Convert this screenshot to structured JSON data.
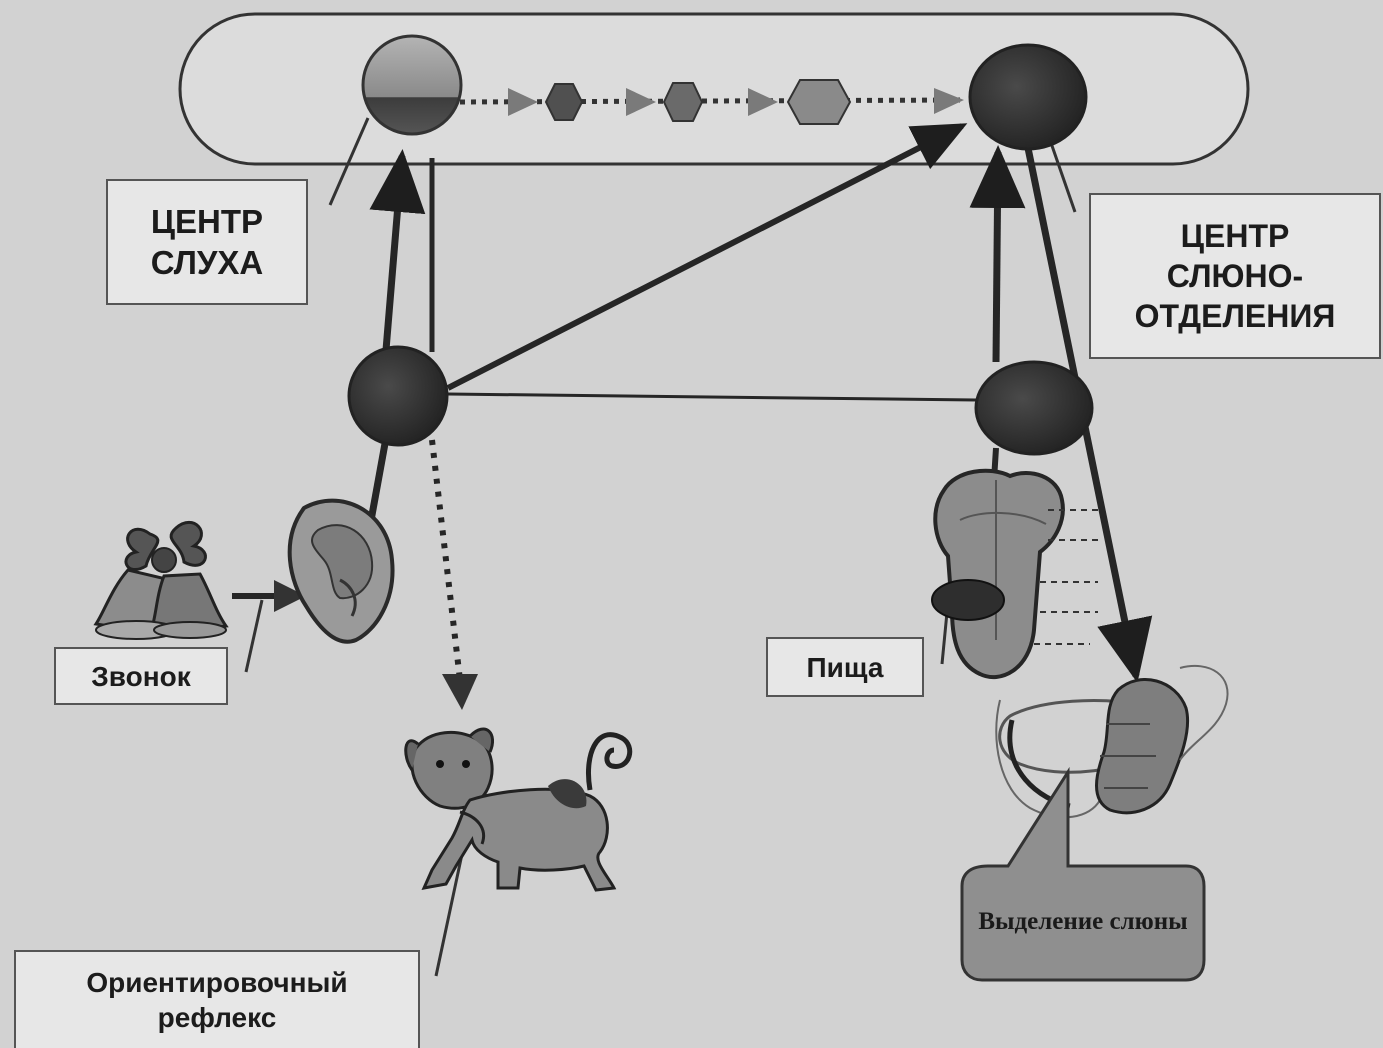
{
  "labels": {
    "hearing_center": [
      "ЦЕНТР",
      "СЛУХА"
    ],
    "salivation_center": [
      "ЦЕНТР",
      "СЛЮНО-",
      "ОТДЕЛЕНИЯ"
    ],
    "bell": "Звонок",
    "food": "Пища",
    "orienting_reflex": [
      "Ориентировочный",
      "рефлекс"
    ],
    "saliva_secretion": [
      "Выделение",
      "слюны"
    ]
  },
  "colors": {
    "background": "#d2d2d2",
    "node_dark": "#2b2b2b",
    "line": "#262626",
    "arrow_marker": "#7a7a7a",
    "callout_fill": "#8f8f8f"
  },
  "icons": [
    "bell-icon",
    "ear-icon",
    "dog-icon",
    "tongue-icon",
    "salivary-gland-icon"
  ]
}
